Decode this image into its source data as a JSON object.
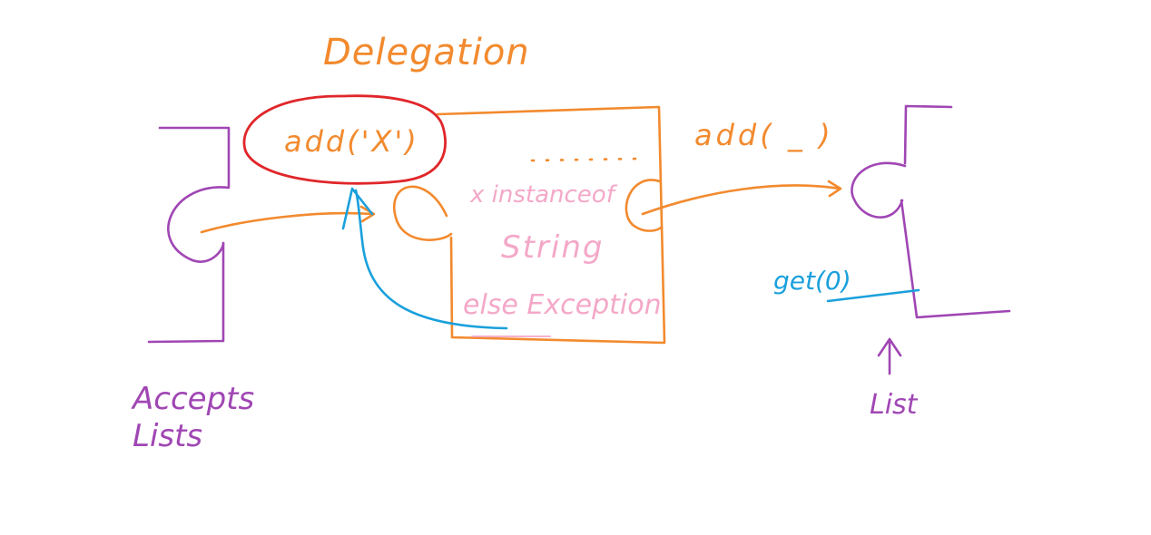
{
  "title": "Delegation",
  "delegate_call": "add('X')",
  "forward_call": "add( _ )",
  "dots": "......",
  "condition": {
    "line1": "x instanceof",
    "line2": "String",
    "line3": "else Exception"
  },
  "left_component": "Accepts\nLists",
  "right_component": "List",
  "right_note": "get(0)",
  "colors": {
    "orange": "#f28a2e",
    "purple": "#a046b4",
    "red": "#e0262a",
    "blue": "#1aa0dc",
    "pink": "#f4a8c8"
  }
}
